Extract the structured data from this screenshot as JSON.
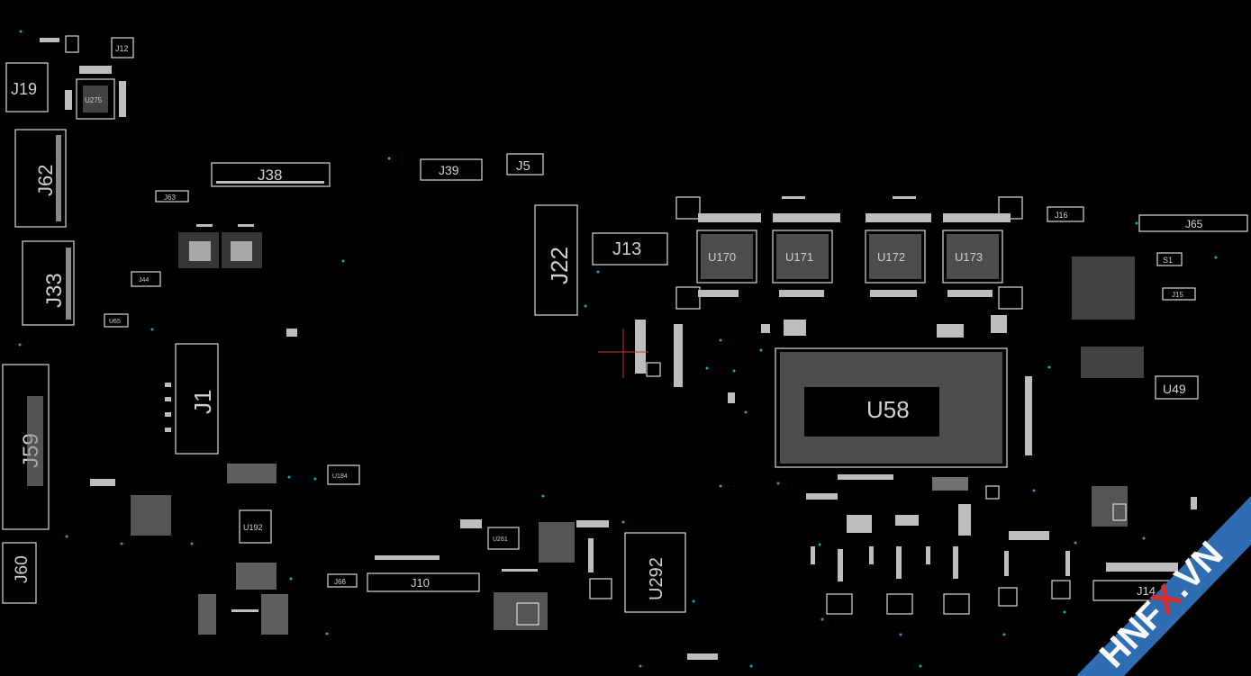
{
  "labels": {
    "j19": "J19",
    "j12": "J12",
    "u275": "U275",
    "j62": "J62",
    "j38": "J38",
    "j39": "J39",
    "j5": "J5",
    "j63": "J63",
    "j33": "J33",
    "j44": "J44",
    "j22": "J22",
    "j13": "J13",
    "u170": "U170",
    "u171": "U171",
    "u172": "U172",
    "u173": "U173",
    "j16": "J16",
    "j65": "J65",
    "s1": "S1",
    "j15": "J15",
    "u65": "U65",
    "j1": "J1",
    "u58": "U58",
    "u49": "U49",
    "j59": "J59",
    "u184": "U184",
    "u192": "U192",
    "u261": "U261",
    "u292": "U292",
    "j60": "J60",
    "j66": "J66",
    "j10": "J10",
    "j14": "J14"
  },
  "watermark": {
    "text_left": "HNF",
    "text_x": "X",
    "text_right": ".VN",
    "band_color": "#2f6db3",
    "accent_color": "#e32b2b"
  },
  "colors": {
    "background": "#000000",
    "outline": "#d9d9d9",
    "via": "#1fa7b5"
  }
}
